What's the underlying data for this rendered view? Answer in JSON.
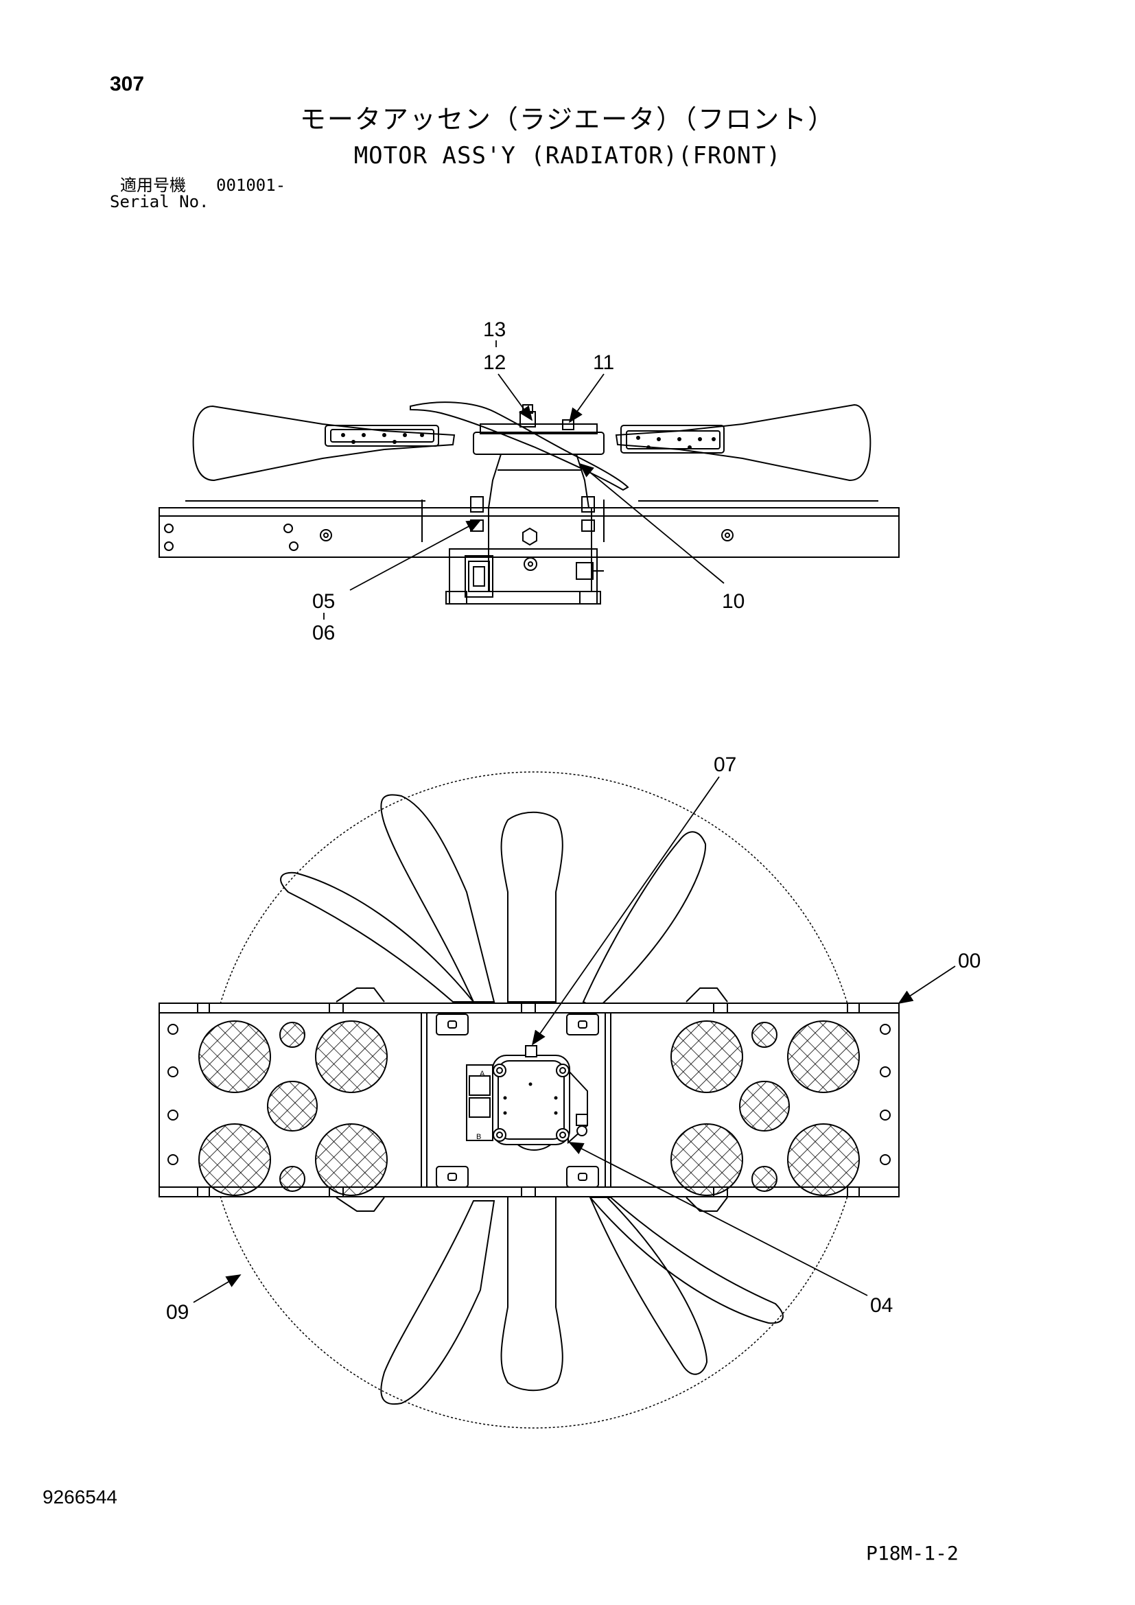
{
  "header": {
    "page_number": "307",
    "title_jp": "モータアッセン（ラジエータ）（フロント）",
    "title_en": "MOTOR ASS'Y (RADIATOR)(FRONT)",
    "serial_label_jp": "適用号機",
    "serial_value": "001001-",
    "serial_label_en": "Serial No."
  },
  "callouts": {
    "c13": "13",
    "c12": "12",
    "c11": "11",
    "c10": "10",
    "c05": "05",
    "c06": "06",
    "c07": "07",
    "c00": "00",
    "c09": "09",
    "c04": "04"
  },
  "motor_ports": {
    "a": "A",
    "b": "B"
  },
  "footer": {
    "doc_number": "9266544",
    "page_code": "P18M-1-2"
  }
}
